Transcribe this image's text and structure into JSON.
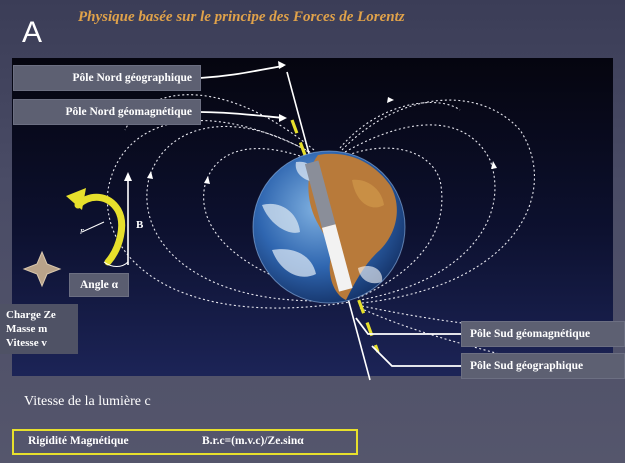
{
  "panel_letter": "A",
  "title": "Physique basée sur le principe des Forces de Lorentz",
  "labels": {
    "north_geographic": "Pôle Nord géographique",
    "north_geomagnetic": "Pôle Nord géomagnétique",
    "south_geomagnetic": "Pôle Sud géomagnétique",
    "south_geographic": "Pôle Sud géographique",
    "angle": "Angle α",
    "charge": [
      "Charge Ze",
      "Masse m",
      "Vitesse v"
    ],
    "vector_b": "B",
    "radius": "r"
  },
  "speed_of_light": "Vitesse de la lumière c",
  "rigidity": {
    "label": "Rigidité Magnétique",
    "formula": "B.r.c=(m.v.c)/Ze.sinα"
  },
  "colors": {
    "title": "#e0a24a",
    "highlight": "#e7e02c",
    "field_lines": "#e8e8f0",
    "space": "#0d1130"
  }
}
